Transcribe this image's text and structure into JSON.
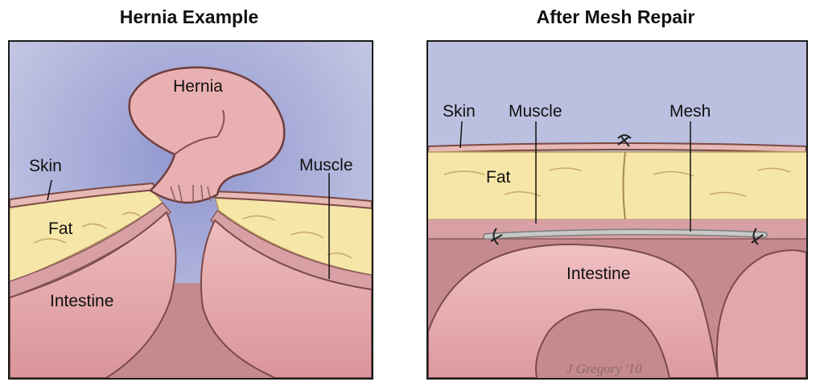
{
  "left_panel": {
    "title": "Hernia Example",
    "labels": {
      "hernia": "Hernia",
      "skin": "Skin",
      "muscle": "Muscle",
      "fat": "Fat",
      "intestine": "Intestine"
    }
  },
  "right_panel": {
    "title": "After Mesh Repair",
    "labels": {
      "skin": "Skin",
      "muscle": "Muscle",
      "mesh": "Mesh",
      "fat": "Fat",
      "intestine": "Intestine"
    },
    "signature": "J Gregory '10"
  },
  "colors": {
    "background_glow": "#b9bedf",
    "fat": "#f6e6a8",
    "skin_tissue": "#e7b9b4",
    "intestine": "#e9aeb0",
    "cavity": "#c58a8f",
    "mesh": "#c8c8c8"
  }
}
